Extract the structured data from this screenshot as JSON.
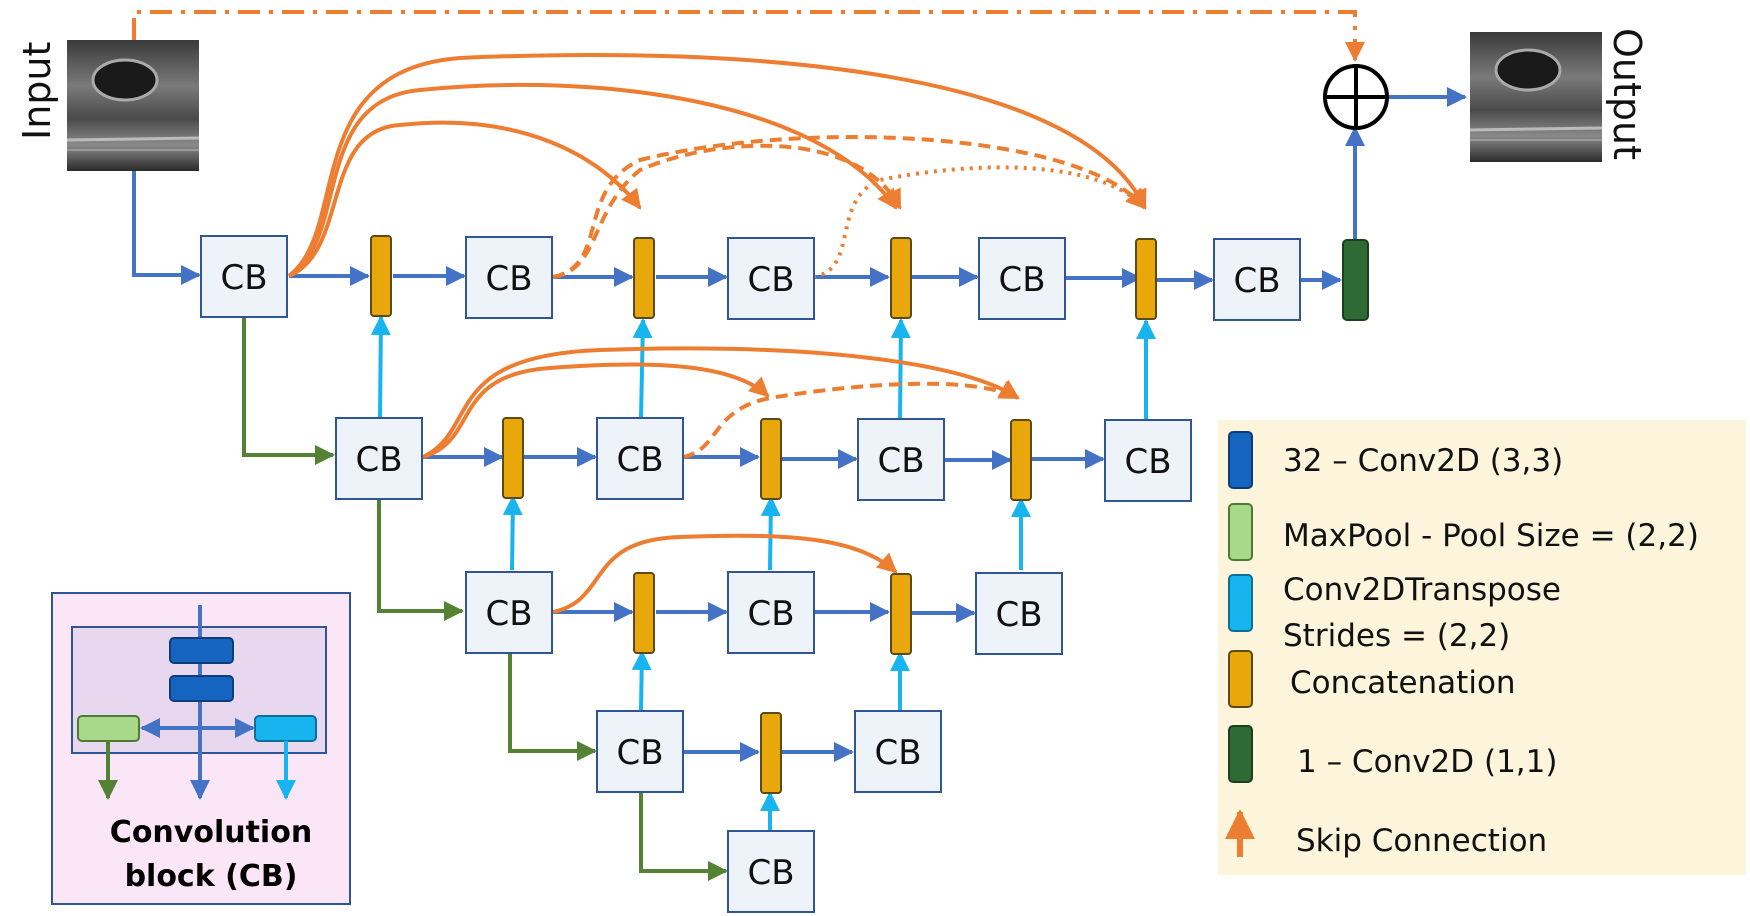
{
  "diagram": {
    "input_label": "Input",
    "output_label": "Output",
    "block_label": "CB",
    "legend": [
      {
        "color": "#1565c0",
        "lines": [
          "32 – Conv2D (3,3)"
        ]
      },
      {
        "color": "#a8d88a",
        "lines": [
          "MaxPool - Pool Size = (2,2)"
        ]
      },
      {
        "color": "#18b4ef",
        "lines": [
          "Conv2DTranspose",
          "Strides = (2,2)"
        ]
      },
      {
        "color": "#e8a80c",
        "lines": [
          "Concatenation"
        ]
      },
      {
        "color": "#2e6b34",
        "lines": [
          "1 – Conv2D (1,1)"
        ]
      },
      {
        "color": "#ed7d31",
        "lines": [
          "Skip Connection"
        ]
      }
    ],
    "inset_title": [
      "Convolution",
      "block (CB)"
    ],
    "colors": {
      "flow": "#4472c4",
      "down": "#548235",
      "up": "#18b4ef",
      "skip": "#ed7d31",
      "block_fill": "#eef3fa",
      "block_stroke": "#2f5597",
      "concat": "#e8a80c",
      "final": "#2e6b34",
      "legend_bg": "#fdf4dc",
      "inset_bg": "#fbe6f8"
    }
  }
}
